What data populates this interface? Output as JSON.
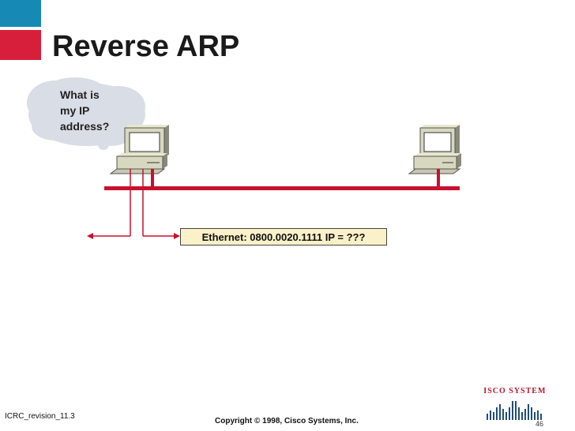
{
  "slide": {
    "title": "Reverse ARP",
    "bubble_lines": [
      "What is",
      "my IP",
      "address?"
    ],
    "frame_label": "Ethernet: 0800.0020.1111 IP = ???",
    "footer_left": "ICRC_revision_11.3",
    "copyright": "Copyright © 1998, Cisco Systems, Inc.",
    "page_number": "46",
    "logo_text": "Cisco Systems"
  },
  "colors": {
    "accent_blue": "#1689b5",
    "accent_red": "#d71f3c",
    "lan_line": "#c8102e",
    "cloud": "#d9dde5",
    "frame_fill": "#fbf1c8"
  },
  "icons": {
    "workstation": "computer-icon",
    "thought": "thought-bubble-icon",
    "logo": "cisco-bridge-logo-icon"
  }
}
